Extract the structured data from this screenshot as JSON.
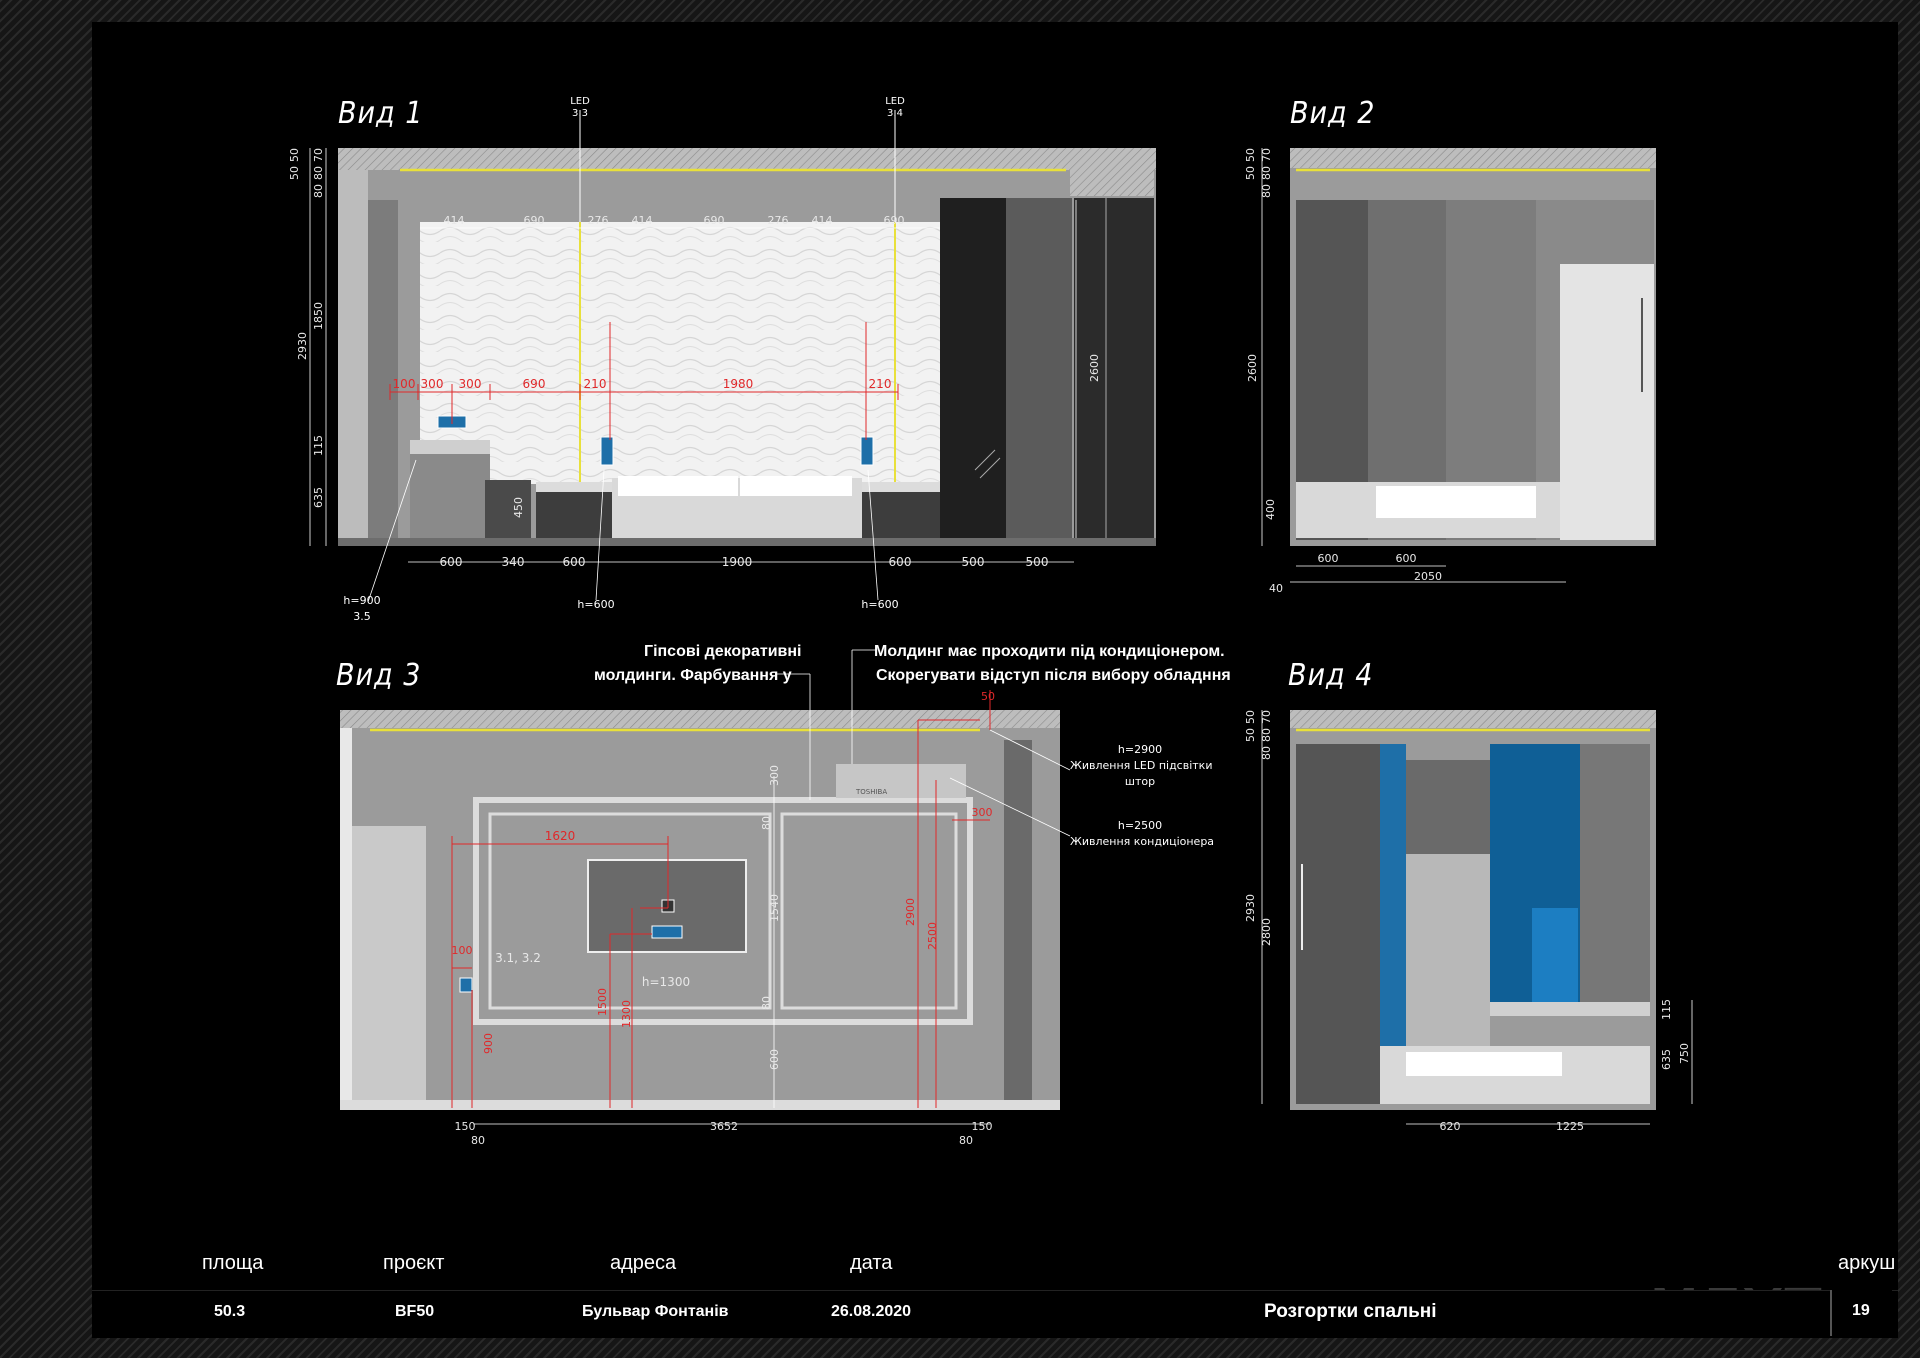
{
  "views": {
    "v1": {
      "title": "Вид 1"
    },
    "v2": {
      "title": "Вид 2"
    },
    "v3": {
      "title": "Вид 3"
    },
    "v4": {
      "title": "Вид 4"
    }
  },
  "v1_dims": {
    "led_a": "LED",
    "led_a_num": "3.3",
    "led_b": "LED",
    "led_b_num": "3.4",
    "top": [
      "414",
      "690",
      "276",
      "414",
      "690",
      "276",
      "414",
      "690"
    ],
    "red": [
      "100",
      "300",
      "300",
      "690",
      "210",
      "1980",
      "210"
    ],
    "bottom": [
      "600",
      "340",
      "600",
      "1900",
      "600",
      "500",
      "500"
    ],
    "left": [
      "50",
      "50",
      "80",
      "80",
      "70",
      "1850",
      "2930",
      "115",
      "635"
    ],
    "h450": "450",
    "h2600": "2600",
    "note_h900": "h=900",
    "note_35": "3.5",
    "note_h600a": "h=600",
    "note_h600b": "h=600"
  },
  "v2_dims": {
    "left": [
      "50",
      "50",
      "80",
      "80",
      "70",
      "2600",
      "400"
    ],
    "bottom": [
      "600",
      "600",
      "2050",
      "40"
    ]
  },
  "v3_dims": {
    "top_red": "50",
    "d1620": "1620",
    "d100": "100",
    "d300a": "300",
    "d300b": "300",
    "d80a": "80",
    "d1540": "1540",
    "d80b": "80",
    "d600": "600",
    "d2900": "2900",
    "d2500": "2500",
    "d1500": "1500",
    "d1300": "1300",
    "d900": "900",
    "h1300": "h=1300",
    "n31": "3.1, 3.2",
    "bottom": [
      "150",
      "3652",
      "150"
    ],
    "bottom2": [
      "80",
      "80"
    ],
    "brand": "TOSHIBA"
  },
  "v4_dims": {
    "left": [
      "50",
      "50",
      "80",
      "80",
      "70",
      "2930",
      "2800"
    ],
    "right": [
      "115",
      "635",
      "750"
    ],
    "bottom": [
      "620",
      "1225"
    ]
  },
  "notes": {
    "moldings_1": "Гіпсові декоративні",
    "moldings_2": "молдинги. Фарбування у",
    "ac_1": "Молдинг має проходити під кондиціонером.",
    "ac_2": "Скорегувати відступ після вибору обладння",
    "led_h": "h=2900",
    "led_1": "Живлення LED підсвітки",
    "led_2": "штор",
    "ac_h": "h=2500",
    "ac_power": "Живлення кондиціонера"
  },
  "footer": {
    "labels": {
      "area": "площа",
      "project": "проєкт",
      "address": "адреса",
      "date": "дата",
      "sheet": "аркуш"
    },
    "values": {
      "area": "50.3",
      "project": "BF50",
      "address": "Бульвар Фонтанів",
      "date": "26.08.2020",
      "title": "Розгортки спальні",
      "sheet": "19"
    },
    "logo": "MEYT"
  },
  "colors": {
    "background": "#000000",
    "dimension_red": "#e0282a",
    "led_yellow": "#e8e03a",
    "accent_blue": "#1e6fa8"
  }
}
